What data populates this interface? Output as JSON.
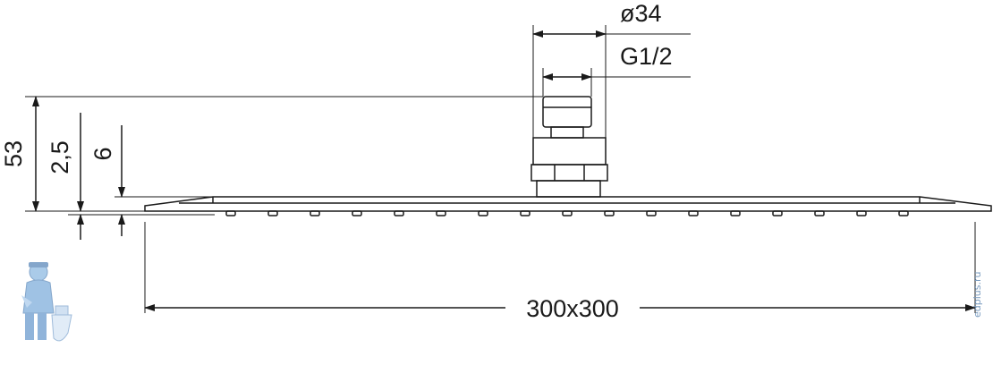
{
  "drawing": {
    "dimensions": {
      "outer_diameter": "ø34",
      "thread": "G1/2",
      "height_total": "53",
      "plate_edge_thickness": "2,5",
      "plate_thickness": "6",
      "plate_size": "300x300"
    },
    "nozzle_count": 17,
    "watermark": {
      "logo_icon": "plumber-mascot-icon",
      "text": "edplus.ru"
    },
    "colors": {
      "line": "#1a1a1a",
      "watermark": "#7a9cc0"
    }
  }
}
